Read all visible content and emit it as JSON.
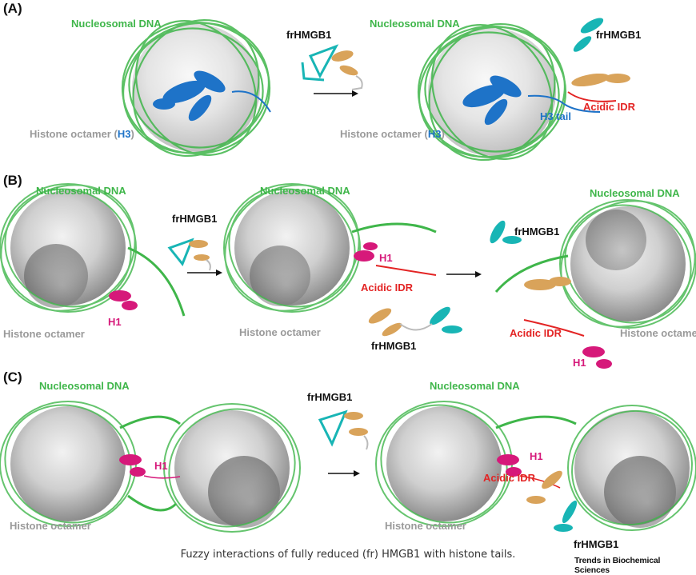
{
  "panels": {
    "a": {
      "label": "(A)"
    },
    "b": {
      "label": "(B)"
    },
    "c": {
      "label": "(C)"
    }
  },
  "labels": {
    "nucleosomal_dna": "Nucleosomal DNA",
    "frhmgb1": "frHMGB1",
    "histone_octamer": "Histone octamer",
    "histone_octamer_h3_prefix": "Histone octamer (",
    "h3": "H3",
    "h3_suffix": ")",
    "h3_tail": "H3 tail",
    "acidic_idr": "Acidic IDR",
    "h1": "H1"
  },
  "caption": "Fuzzy interactions of fully reduced (fr) HMGB1 with histone tails.",
  "credit": "Trends in Biochemical Sciences",
  "colors": {
    "dna": "#3fb64a",
    "octamer": "#c9c9c9",
    "h3": "#1e73c8",
    "h1": "#d6197a",
    "acidic_idr": "#e32424",
    "hmgb1_box_a": "#18b5b5",
    "hmgb1_box_b": "#d9a35a"
  }
}
